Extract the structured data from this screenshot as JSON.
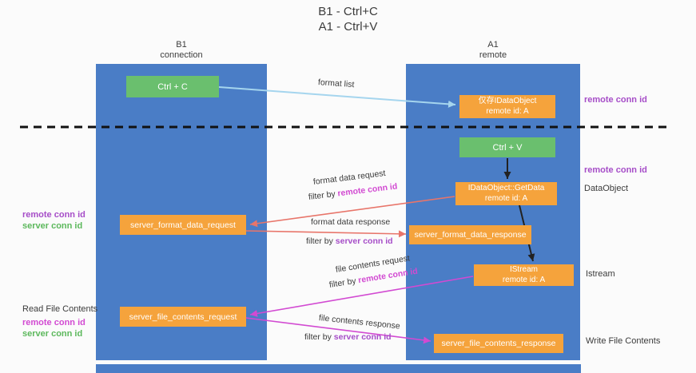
{
  "title": {
    "line1": "B1 - Ctrl+C",
    "line2": "A1 - Ctrl+V"
  },
  "lanes": {
    "left": {
      "name": "B1",
      "subtitle": "connection"
    },
    "right": {
      "name": "A1",
      "subtitle": "remote"
    }
  },
  "boxes": {
    "ctrl_c": {
      "label": "Ctrl + C"
    },
    "ctrl_v": {
      "label": "Ctrl + V"
    },
    "idataobject": {
      "line1": "仅存IDataObject",
      "line2": "remote id: A"
    },
    "getdata": {
      "line1": "IDataObject::GetData",
      "line2": "remote id: A"
    },
    "istream": {
      "line1": "IStream",
      "line2": "remote id: A"
    },
    "format_request": {
      "label": "server_format_data_request"
    },
    "format_response": {
      "label": "server_format_data_response"
    },
    "file_request": {
      "label": "server_file_contents_request"
    },
    "file_response": {
      "label": "server_file_contents_response"
    }
  },
  "arrows": {
    "format_list": "format list",
    "format_data_request": "format data request",
    "format_data_response": "format data response",
    "file_contents_request": "file contents request",
    "file_contents_response": "file contents response",
    "filter_by": "filter by ",
    "remote_conn_id": "remote conn id",
    "server_conn_id": "server conn id"
  },
  "side_labels": {
    "remote_conn_id_top": "remote conn id",
    "remote_conn_id_mid": "remote conn id",
    "dataobject": "DataObject",
    "istream": "Istream",
    "left_remote_conn_id_1": "remote conn id",
    "left_server_conn_id_1": "server conn id",
    "read_file_contents": "Read File Contents",
    "left_remote_conn_id_2": "remote conn id",
    "left_server_conn_id_2": "server conn id",
    "write_file_contents": "Write File Contents"
  },
  "colors": {
    "lane_blue": "#4a7dc6",
    "box_green": "#6abf6e",
    "box_orange": "#f5a33c",
    "arrow_red": "#e8756a",
    "arrow_magenta": "#d24ad2",
    "arrow_light_blue": "#a5d5ee",
    "arrow_black": "#222222",
    "text_purple": "#a64dc8",
    "text_magenta": "#d24ad2",
    "text_green": "#5cb85c"
  }
}
